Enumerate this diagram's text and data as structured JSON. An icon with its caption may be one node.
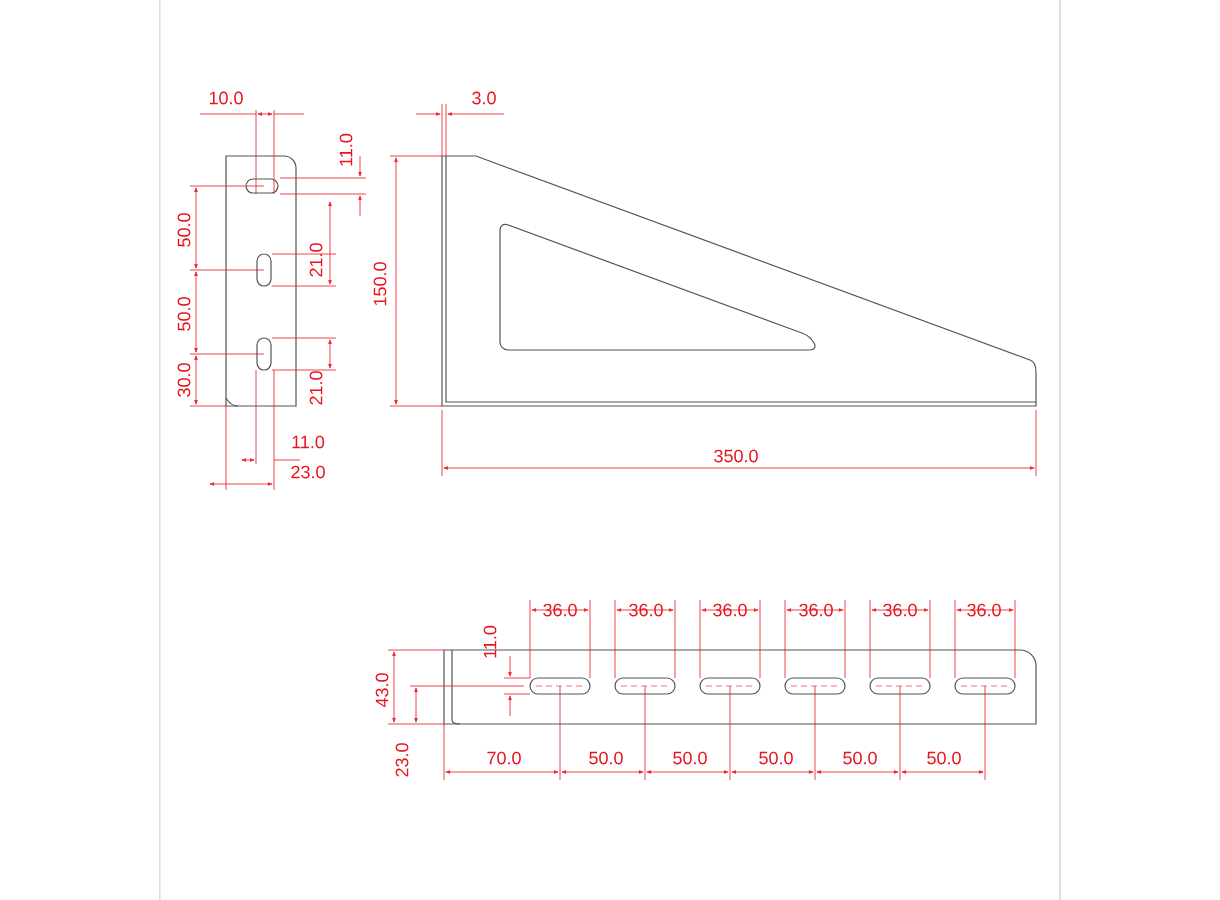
{
  "diagram": {
    "labels": [
      "10.0",
      "3.0",
      "11.0",
      "50.0",
      "21.0",
      "150.0",
      "50.0",
      "30.0",
      "21.0",
      "11.0",
      "23.0",
      "350.0",
      "36.0",
      "36.0",
      "36.0",
      "36.0",
      "36.0",
      "36.0",
      "11.0",
      "43.0",
      "23.0",
      "70.0",
      "50.0",
      "50.0",
      "50.0",
      "50.0",
      "50.0"
    ]
  }
}
